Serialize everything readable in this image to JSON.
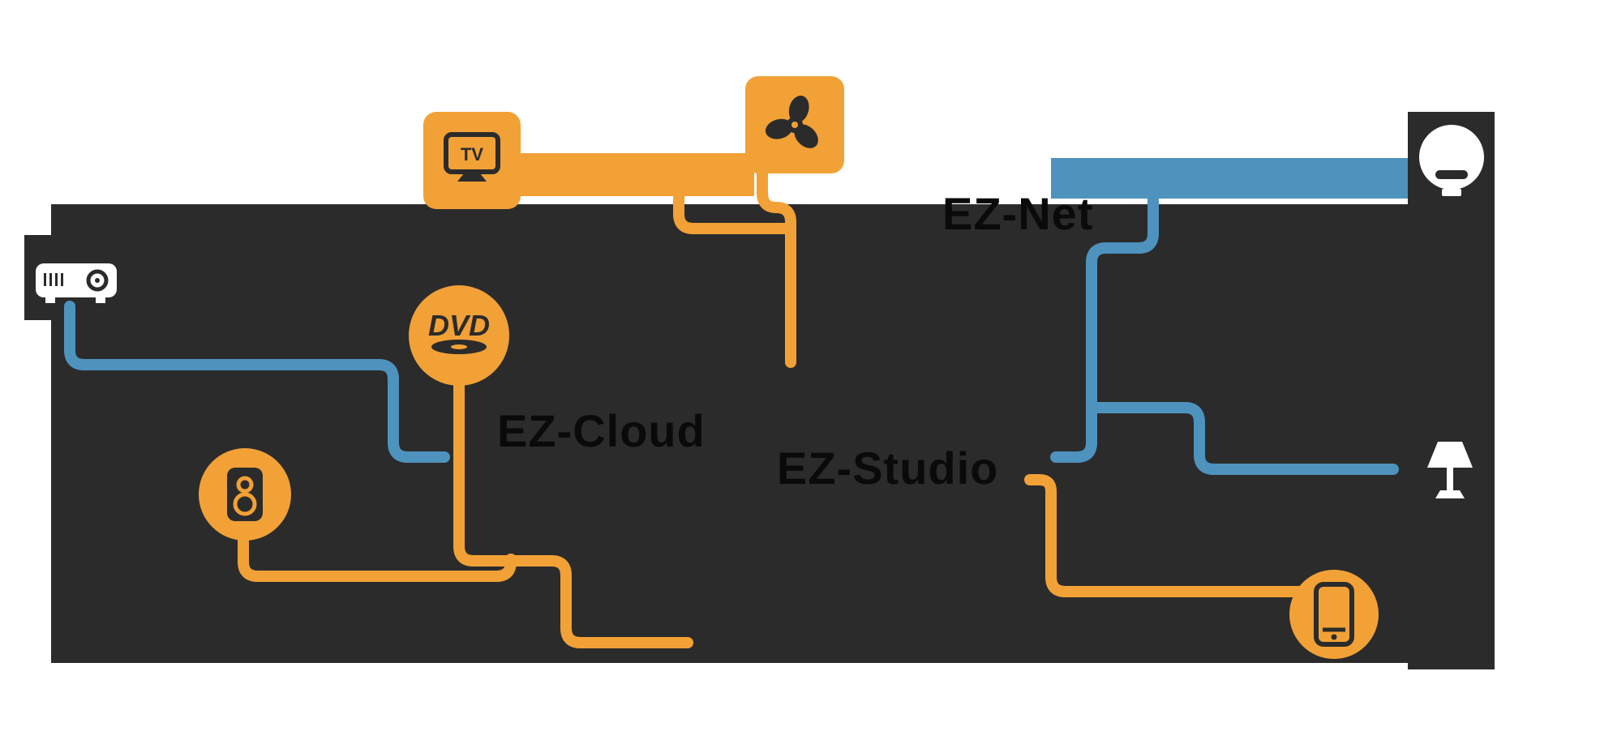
{
  "networks": {
    "ez_net": {
      "label": "EZ-Net"
    },
    "ez_cloud": {
      "label": "EZ-Cloud"
    },
    "ez_studio": {
      "label": "EZ-Studio"
    }
  },
  "devices": {
    "projector": {
      "name": "projector"
    },
    "tv": {
      "name": "tv",
      "screen_text": "TV"
    },
    "fan": {
      "name": "fan"
    },
    "robot_vacuum": {
      "name": "robot vacuum"
    },
    "dvd": {
      "name": "dvd player",
      "logo_text": "DVD"
    },
    "speaker": {
      "name": "speaker"
    },
    "lamp": {
      "name": "lamp"
    },
    "smartphone": {
      "name": "smartphone"
    }
  },
  "connections": [
    {
      "from": "projector",
      "to": "EZ-Cloud area",
      "color": "blue"
    },
    {
      "from": "EZ-Net bar",
      "to": "EZ-Studio area",
      "color": "blue"
    },
    {
      "from": "EZ-Net line",
      "to": "lamp",
      "color": "blue"
    },
    {
      "from": "tv-fan link",
      "to": "EZ-Studio area",
      "color": "orange"
    },
    {
      "from": "dvd",
      "to": "bottom junction",
      "color": "orange"
    },
    {
      "from": "speaker",
      "to": "dvd line",
      "color": "orange"
    },
    {
      "from": "EZ-Studio area",
      "to": "smartphone",
      "color": "orange"
    }
  ],
  "colors": {
    "accent_orange": "#F2A136",
    "accent_blue": "#4E92BE",
    "panel_dark": "#2B2B2B",
    "label_text": "#0A0A0A",
    "icon_on_accent": "#2B2B2B",
    "icon_on_dark": "#FFFFFF",
    "background": "#FFFFFF"
  }
}
